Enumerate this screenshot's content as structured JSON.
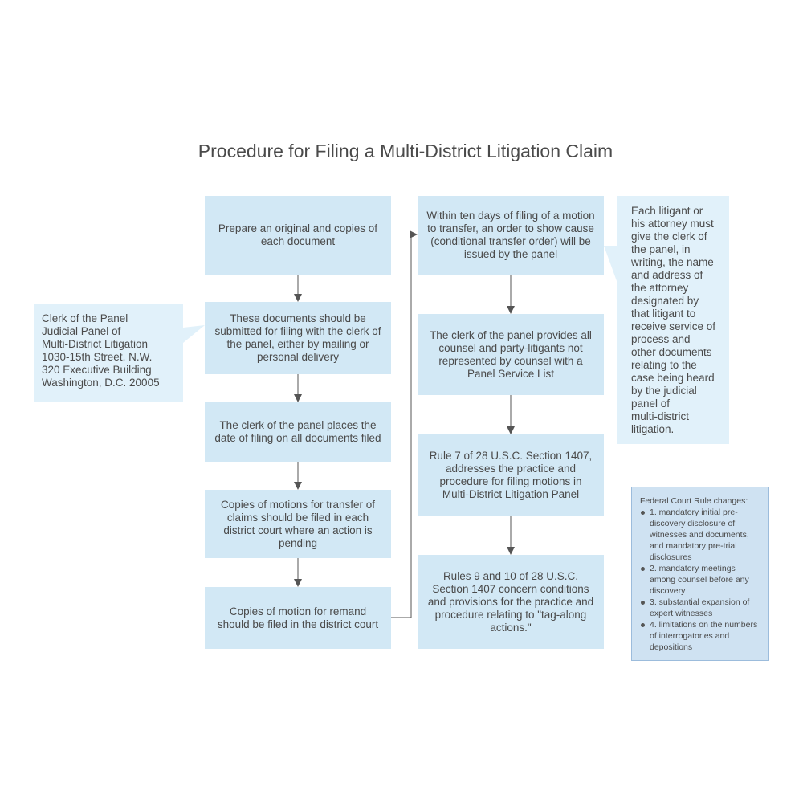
{
  "title": "Procedure for Filing a Multi-District Litigation Claim",
  "left_steps": [
    "Prepare an original and copies of each document",
    "These documents should be submitted for filing with the clerk of the panel, either by mailing or personal delivery",
    "The clerk of the  panel places the date of filing on all documents filed",
    "Copies of motions for transfer of claims should be filed in each district court where an action is pending",
    "Copies of motion for remand should be filed in the district court"
  ],
  "right_steps": [
    "Within ten days of filing of a motion to transfer, an order to show cause (conditional transfer order) will be issued by the panel",
    "The clerk of the panel provides all counsel and party-litigants not represented by counsel with a Panel Service List",
    "Rule 7 of 28 U.S.C. Section 1407, addresses the practice and procedure for filing motions in Multi-District Litigation Panel",
    "Rules 9 and 10 of 28 U.S.C. Section 1407 concern conditions and provisions for the practice and procedure relating to \"tag-along actions.\""
  ],
  "clerk_address": [
    "Clerk of the Panel",
    "Judicial Panel of",
    "Multi-District Litigation",
    "1030-15th Street, N.W.",
    "320 Executive Building",
    "Washington, D.C. 20005"
  ],
  "litigant_note": [
    "Each litigant or",
    "his attorney must",
    "give the clerk of",
    "the panel, in",
    "writing, the name",
    "and address of",
    "the attorney",
    "designated by",
    "that litigant to",
    "receive service of",
    "process and",
    "other documents",
    "relating to the",
    "case being heard",
    "by the judicial",
    "panel of",
    "multi-district",
    "litigation."
  ],
  "rule_changes": {
    "heading": "Federal Court Rule changes:",
    "items": [
      "1. mandatory initial pre-discovery disclosure of witnesses and documents, and mandatory pre-trial disclosures",
      "2. mandatory meetings among counsel before any discovery",
      "3. substantial expansion of expert witnesses",
      "4. limitations on the numbers of interrogatories and depositions"
    ]
  },
  "colors": {
    "box_fill": "#d2e8f5",
    "callout_fill": "#e1f1fa",
    "rules_fill": "#cfe2f2",
    "connector": "#555555"
  }
}
